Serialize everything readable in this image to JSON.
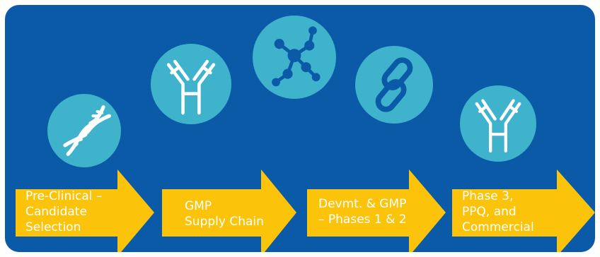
{
  "colors": {
    "background_panel": "#0a5aa8",
    "icon_circle": "#3fb3cc",
    "icon_stroke": "#ffffff",
    "icon_dark": "#0a5aa8",
    "arrow_fill": "#fcc30b",
    "label_text": "#ffffff"
  },
  "icons": [
    {
      "name": "dna-helix-icon"
    },
    {
      "name": "antibody-icon"
    },
    {
      "name": "molecule-icon"
    },
    {
      "name": "chain-link-icon"
    },
    {
      "name": "antibody-icon"
    }
  ],
  "steps": [
    {
      "label": "Pre-Clinical –\nCandidate\nSelection"
    },
    {
      "label": "GMP\nSupply Chain"
    },
    {
      "label": "Devmt. & GMP\n– Phases 1 & 2"
    },
    {
      "label": "Phase 3,\nPPQ, and\nCommercial"
    }
  ]
}
